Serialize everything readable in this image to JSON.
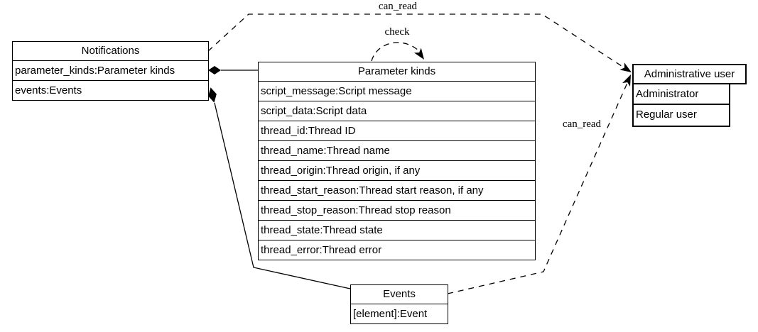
{
  "diagram_type": "uml-collaboration-diagram",
  "colors": {
    "background": "#ffffff",
    "line": "#000000",
    "node_fill": "#ffffff",
    "text": "#000000"
  },
  "nodes": {
    "notifications": {
      "title": "Notifications",
      "rows": [
        "parameter_kinds:Parameter kinds",
        "events:Events"
      ]
    },
    "parameter_kinds": {
      "title": "Parameter kinds",
      "rows": [
        "script_message:Script message",
        "script_data:Script data",
        "thread_id:Thread ID",
        "thread_name:Thread name",
        "thread_origin:Thread origin, if any",
        "thread_start_reason:Thread start reason, if any",
        "thread_stop_reason:Thread stop reason",
        "thread_state:Thread state",
        "thread_error:Thread error"
      ]
    },
    "administrative_user": {
      "title": "Administrative user",
      "rows": [
        "Administrator",
        "Regular user"
      ]
    },
    "events": {
      "title": "Events",
      "rows": [
        "[element]:Event"
      ]
    }
  },
  "edges": [
    {
      "label": "can_read",
      "from": "Notifications",
      "to": "Administrative user",
      "style": "dashed-arrow"
    },
    {
      "label": "check",
      "from": "Parameter kinds",
      "to": "Parameter kinds",
      "style": "dashed-arrow-self-loop"
    },
    {
      "label": "can_read",
      "from": "Events",
      "to": "Administrative user",
      "style": "dashed-arrow"
    },
    {
      "label": "",
      "from": "Notifications.parameter_kinds",
      "to": "Parameter kinds",
      "style": "solid-diamond-aggregation"
    },
    {
      "label": "",
      "from": "Notifications.events",
      "to": "Events",
      "style": "solid-diamond-aggregation"
    }
  ]
}
